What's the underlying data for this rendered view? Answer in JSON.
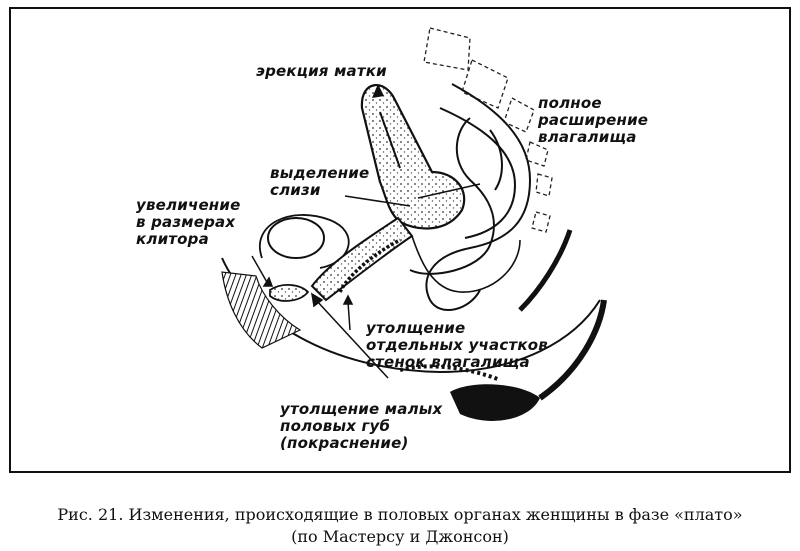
{
  "labels": {
    "uterus_erection": "эрекция матки",
    "vagina_expansion": [
      "полное",
      "расширение",
      "влагалища"
    ],
    "mucus": [
      "выделение",
      "слизи"
    ],
    "clitoris": [
      "увеличение",
      "в размерах",
      "клитора"
    ],
    "vaginal_walls": [
      "утолщение",
      "отдельных участков",
      "стенок влагалища"
    ],
    "labia": [
      "утолщение малых",
      "половых губ",
      "(покраснение)"
    ]
  },
  "caption": {
    "line1": "Рис. 21. Изменения, происходящие в половых органах женщины в фазе «плато»",
    "line2": "(по Мастерсу и Джонсон)"
  }
}
